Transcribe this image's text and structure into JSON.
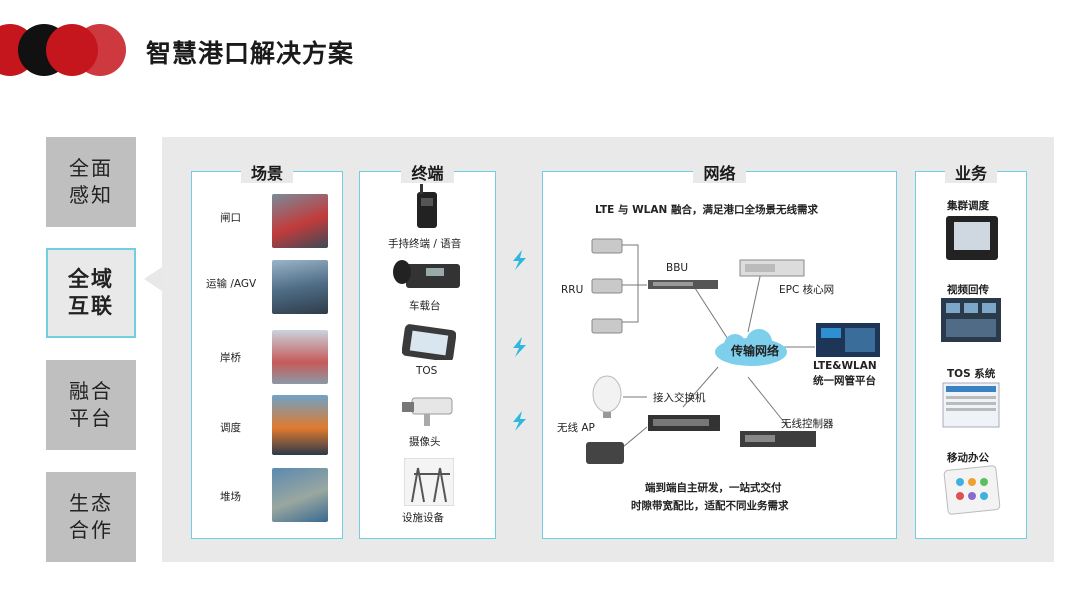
{
  "title": "智慧港口解决方案",
  "nav": [
    {
      "line1": "全面",
      "line2": "感知"
    },
    {
      "line1": "全域",
      "line2": "互联"
    },
    {
      "line1": "融合",
      "line2": "平台"
    },
    {
      "line1": "生态",
      "line2": "合作"
    }
  ],
  "scene": {
    "title": "场景",
    "items": [
      "闸口",
      "运输 /AGV",
      "岸桥",
      "调度",
      "堆场"
    ]
  },
  "terminal": {
    "title": "终端",
    "items": [
      "手持终端 / 语音",
      "车载台",
      "TOS",
      "摄像头",
      "设施设备"
    ]
  },
  "network": {
    "title": "网络",
    "subtitle": "LTE 与 WLAN 融合，满足港口全场景无线需求",
    "rru": "RRU",
    "bbu": "BBU",
    "epc": "EPC 核心网",
    "cloud": "传输网络",
    "mgmt_line1": "LTE&WLAN",
    "mgmt_line2": "统一网管平台",
    "ap": "无线 AP",
    "switch": "接入交换机",
    "controller": "无线控制器",
    "foot_line1": "端到端自主研发，一站式交付",
    "foot_line2": "时隙带宽配比，适配不同业务需求"
  },
  "business": {
    "title": "业务",
    "items": [
      "集群调度",
      "视频回传",
      "TOS 系统",
      "移动办公"
    ]
  },
  "colors": {
    "accent": "#6fcfe0",
    "logo_red": "#c4161c",
    "logo_black": "#111111"
  }
}
